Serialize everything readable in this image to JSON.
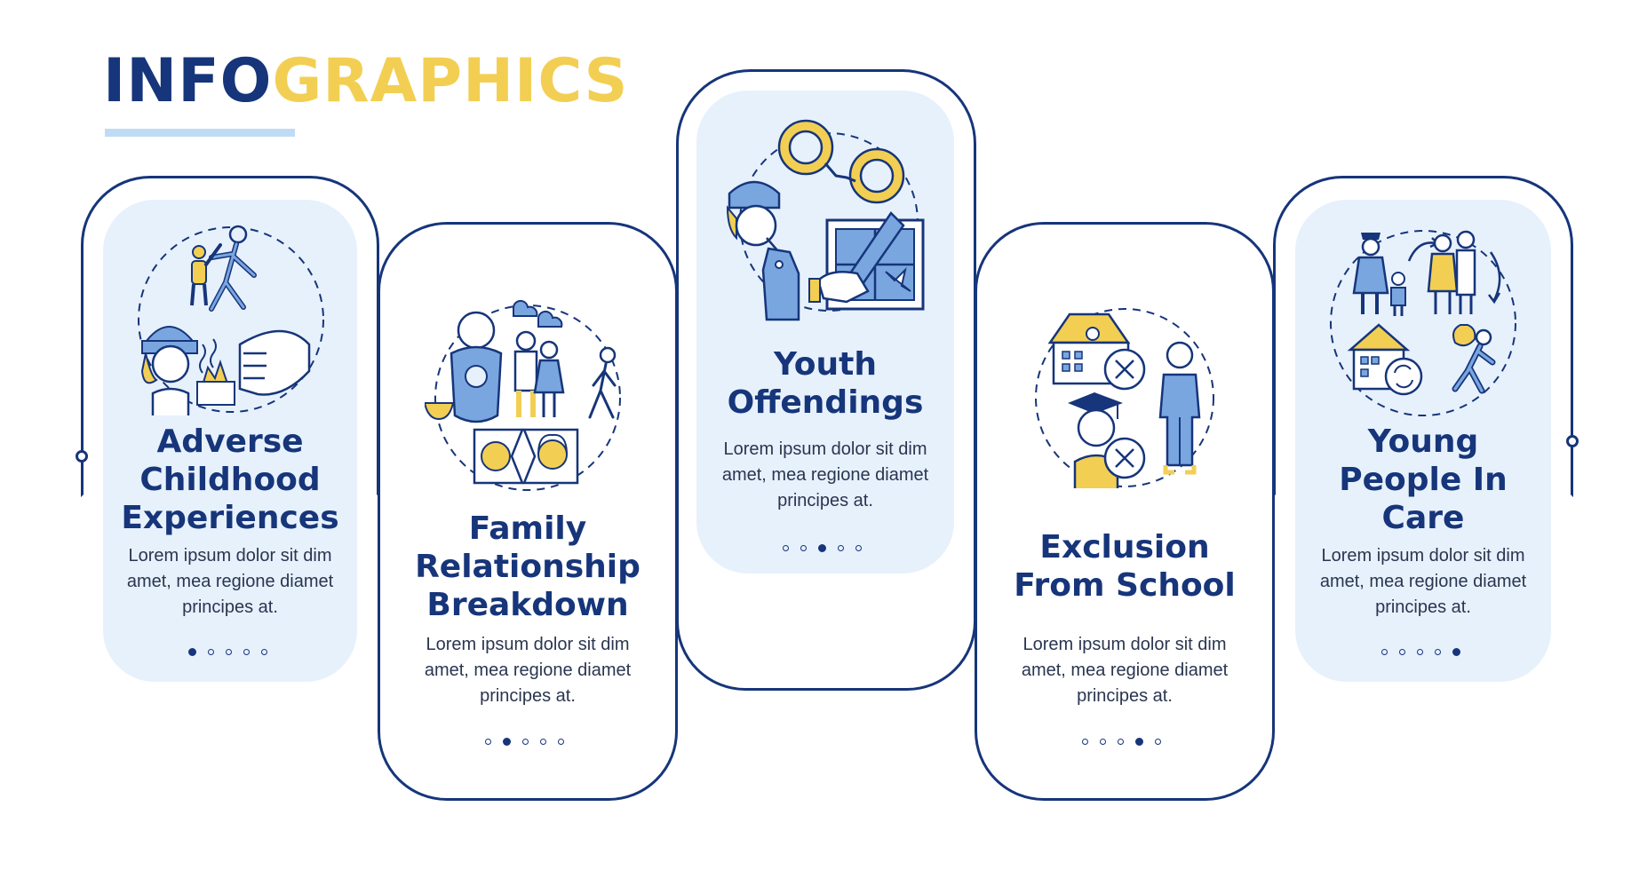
{
  "header": {
    "title_part1": "INFO",
    "title_part2": "GRAPHICS"
  },
  "colors": {
    "navy": "#16357a",
    "yellow": "#f2cf53",
    "blue": "#7aa6e0",
    "light_blue": "#e7f1fc"
  },
  "steps": [
    {
      "heading": [
        "Adverse",
        "Childhood",
        "Experiences"
      ],
      "body": [
        "Lorem ipsum dolor sit dim",
        "amet, mea regione diamet",
        "principes at."
      ],
      "active_dot": 0,
      "icon": "conflict-icon"
    },
    {
      "heading": [
        "Family",
        "Relationship",
        "Breakdown"
      ],
      "body": [
        "Lorem ipsum dolor sit dim",
        "amet, mea regione diamet",
        "principes at."
      ],
      "active_dot": 1,
      "icon": "family-icon"
    },
    {
      "heading": [
        "Youth",
        "Offendings"
      ],
      "body": [
        "Lorem ipsum dolor sit dim",
        "amet, mea regione diamet",
        "principes at."
      ],
      "active_dot": 2,
      "icon": "handcuffs-icon"
    },
    {
      "heading": [
        "Exclusion",
        "From School"
      ],
      "body": [
        "Lorem ipsum dolor sit dim",
        "amet, mea regione diamet",
        "principes at."
      ],
      "active_dot": 3,
      "icon": "school-exclusion-icon"
    },
    {
      "heading": [
        "Young",
        "People In",
        "Care"
      ],
      "body": [
        "Lorem ipsum dolor sit dim",
        "amet, mea regione diamet",
        "principes at."
      ],
      "active_dot": 4,
      "icon": "care-home-icon"
    }
  ]
}
